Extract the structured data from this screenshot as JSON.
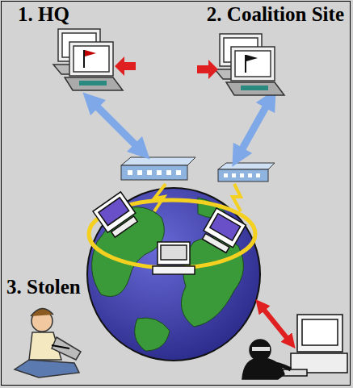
{
  "diagram": {
    "labels": [
      "1. HQ",
      "2. Coalition Site",
      "3. Stolen"
    ]
  }
}
